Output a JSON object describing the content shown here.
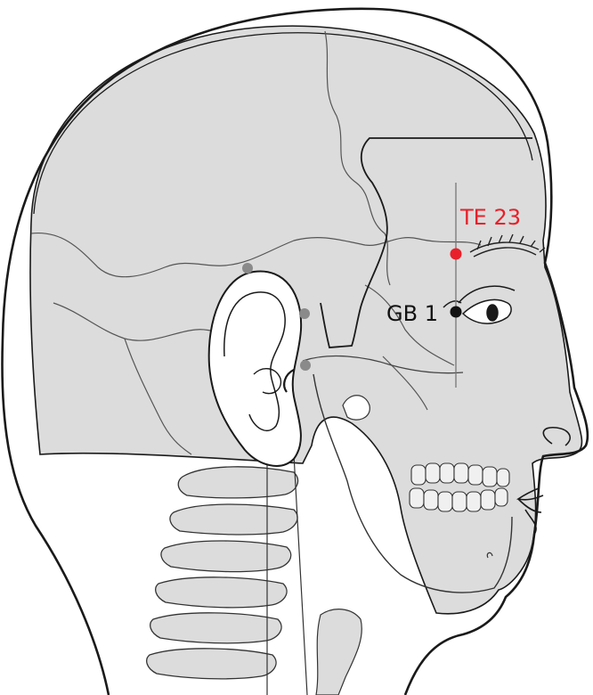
{
  "points": [
    {
      "id": "te23",
      "label": "TE 23",
      "color": "#e8202a"
    },
    {
      "id": "gb1",
      "label": "GB 1",
      "color": "#111111"
    }
  ],
  "colors": {
    "skull_fill": "#dcdcdc",
    "outline": "#1a1a1a",
    "suture": "#555555",
    "landmark": "#8a8a8a",
    "background": "#ffffff"
  }
}
